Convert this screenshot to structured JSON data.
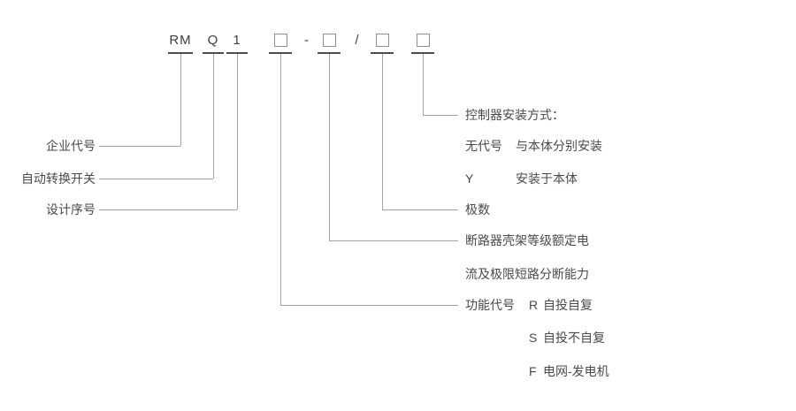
{
  "code_row": {
    "rm": "RM",
    "q": "Q",
    "one": "1",
    "dash": "-",
    "slash": "/"
  },
  "left_labels": {
    "enterprise_code": "企业代号",
    "transfer_switch": "自动转换开关",
    "design_serial": "设计序号"
  },
  "right_labels": {
    "controller_mounting_title": "控制器安装方式：",
    "mounting_options": [
      {
        "code": "无代号",
        "desc": "与本体分别安装"
      },
      {
        "code": "Y",
        "desc": "安装于本体"
      }
    ],
    "poles": "极数",
    "frame_line1": "断路器壳架等级额定电",
    "frame_line2": "流及极限短路分断能力",
    "function_title": "功能代号",
    "function_options": [
      {
        "code": "R",
        "desc": "自投自复"
      },
      {
        "code": "S",
        "desc": "自投不自复"
      },
      {
        "code": "F",
        "desc": "电网-发电机"
      }
    ]
  }
}
